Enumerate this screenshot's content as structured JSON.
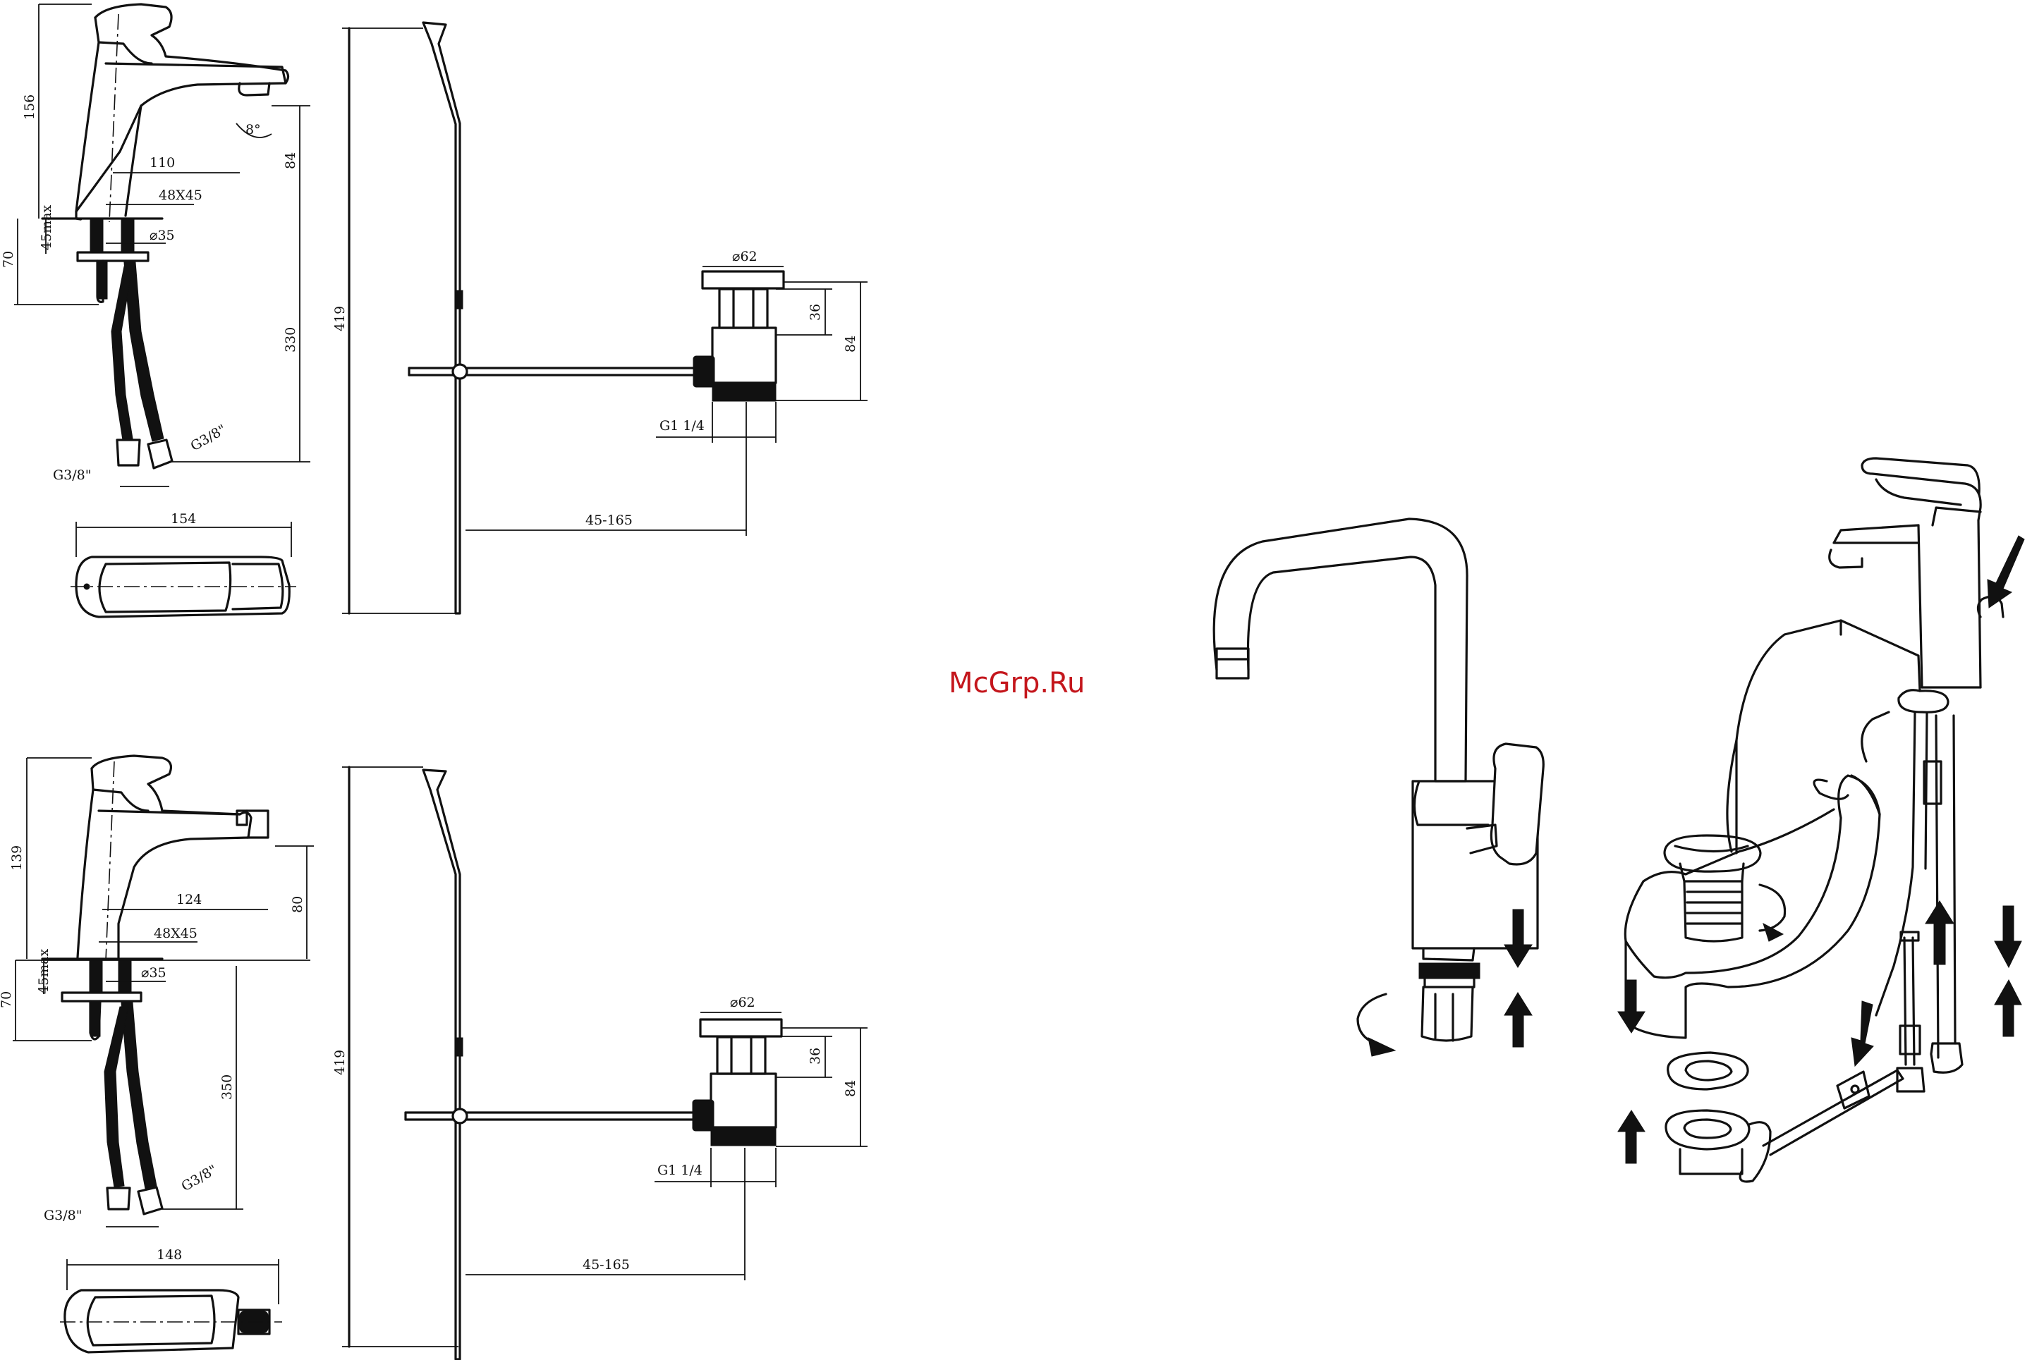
{
  "watermark": "McGrp.Ru",
  "colors": {
    "watermark": "#c4161c",
    "ink": "#111111",
    "background": "#ffffff"
  },
  "basin_mixer": {
    "height": "156",
    "spout_reach": "110",
    "spout_clearance": "84",
    "base_size": "48X45",
    "hole_diameter": "⌀35",
    "max_counter": "45max",
    "shank_length": "70",
    "hose_length": "330",
    "thread_left": "G3/8\"",
    "thread_right": "G3/8\"",
    "handle_angle": "8°",
    "top_view_width": "154"
  },
  "basin_waste": {
    "rod_height": "419",
    "plug_diameter": "⌀62",
    "plug_height": "36",
    "waste_height": "84",
    "waste_thread": "G1 1/4",
    "rod_reach": "45-165"
  },
  "bidet_mixer": {
    "height": "139",
    "spout_reach": "124",
    "spout_clearance": "80",
    "base_size": "48X45",
    "hole_diameter": "⌀35",
    "max_counter": "45max",
    "shank_length": "70",
    "hose_length": "350",
    "thread_left": "G3/8\"",
    "thread_right": "G3/8\"",
    "top_view_width": "148"
  },
  "bidet_waste": {
    "rod_height": "419",
    "plug_diameter": "⌀62",
    "plug_height": "36",
    "waste_height": "84",
    "waste_thread": "G1 1/4",
    "rod_reach": "45-165"
  }
}
